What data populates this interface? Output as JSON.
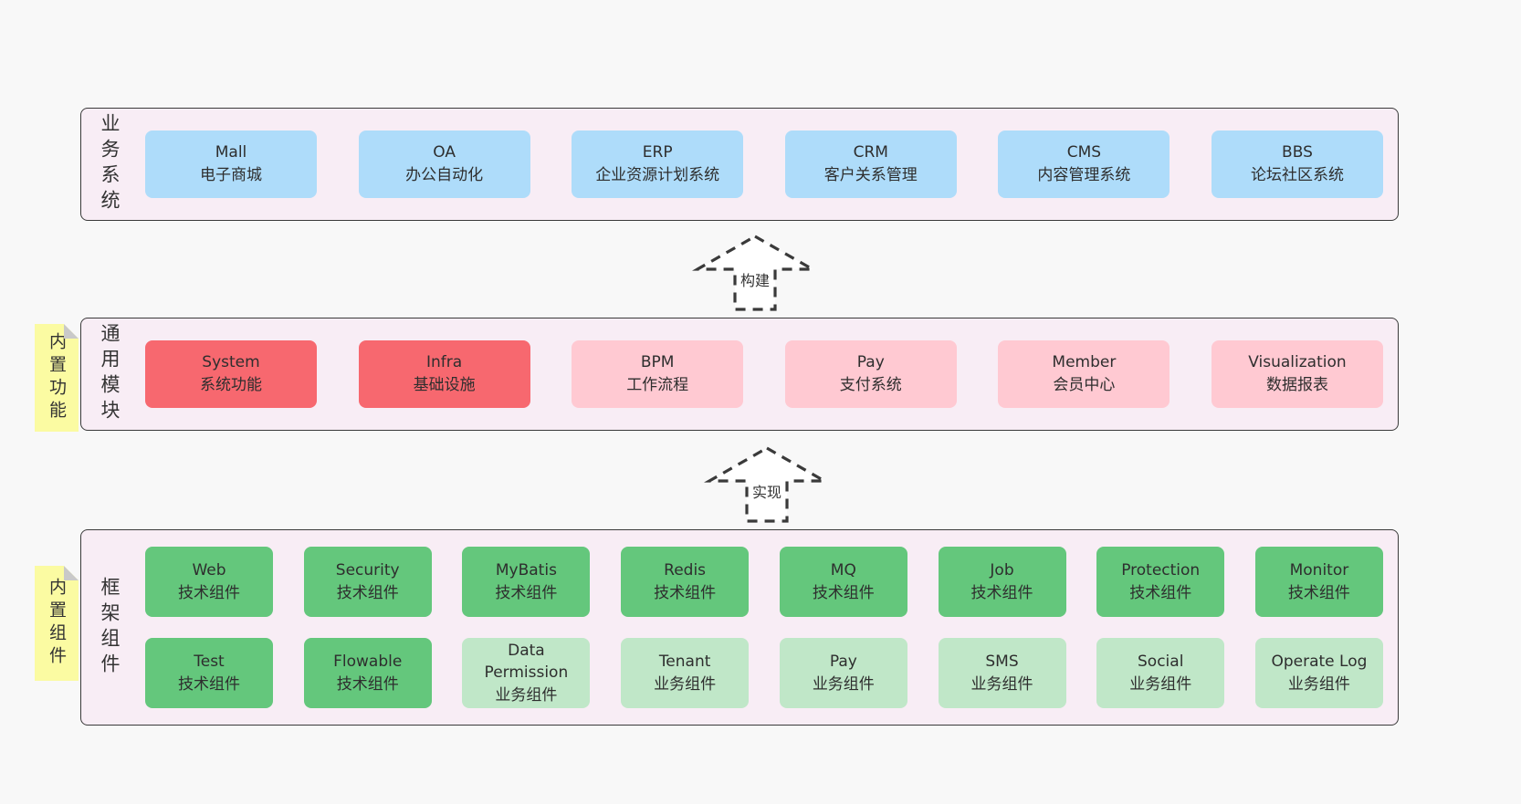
{
  "arrows": [
    {
      "label": "构建"
    },
    {
      "label": "实现"
    }
  ],
  "layers": [
    {
      "id": "business",
      "label": "业务系统",
      "rows": [
        [
          {
            "title": "Mall",
            "subtitle": "电子商城",
            "variant": "blue"
          },
          {
            "title": "OA",
            "subtitle": "办公自动化",
            "variant": "blue"
          },
          {
            "title": "ERP",
            "subtitle": "企业资源计划系统",
            "variant": "blue"
          },
          {
            "title": "CRM",
            "subtitle": "客户关系管理",
            "variant": "blue"
          },
          {
            "title": "CMS",
            "subtitle": "内容管理系统",
            "variant": "blue"
          },
          {
            "title": "BBS",
            "subtitle": "论坛社区系统",
            "variant": "blue"
          }
        ]
      ]
    },
    {
      "id": "modules",
      "label": "通用模块",
      "sticky": "内置功能",
      "rows": [
        [
          {
            "title": "System",
            "subtitle": "系统功能",
            "variant": "red"
          },
          {
            "title": "Infra",
            "subtitle": "基础设施",
            "variant": "red"
          },
          {
            "title": "BPM",
            "subtitle": "工作流程",
            "variant": "pink"
          },
          {
            "title": "Pay",
            "subtitle": "支付系统",
            "variant": "pink"
          },
          {
            "title": "Member",
            "subtitle": "会员中心",
            "variant": "pink"
          },
          {
            "title": "Visualization",
            "subtitle": "数据报表",
            "variant": "pink"
          }
        ]
      ]
    },
    {
      "id": "framework",
      "label": "框架组件",
      "sticky": "内置组件",
      "rows": [
        [
          {
            "title": "Web",
            "subtitle": "技术组件",
            "variant": "green"
          },
          {
            "title": "Security",
            "subtitle": "技术组件",
            "variant": "green"
          },
          {
            "title": "MyBatis",
            "subtitle": "技术组件",
            "variant": "green"
          },
          {
            "title": "Redis",
            "subtitle": "技术组件",
            "variant": "green"
          },
          {
            "title": "MQ",
            "subtitle": "技术组件",
            "variant": "green"
          },
          {
            "title": "Job",
            "subtitle": "技术组件",
            "variant": "green"
          },
          {
            "title": "Protection",
            "subtitle": "技术组件",
            "variant": "green"
          },
          {
            "title": "Monitor",
            "subtitle": "技术组件",
            "variant": "green"
          }
        ],
        [
          {
            "title": "Test",
            "subtitle": "技术组件",
            "variant": "green"
          },
          {
            "title": "Flowable",
            "subtitle": "技术组件",
            "variant": "green"
          },
          {
            "title": "Data Permission",
            "subtitle": "业务组件",
            "variant": "green-light"
          },
          {
            "title": "Tenant",
            "subtitle": "业务组件",
            "variant": "green-light"
          },
          {
            "title": "Pay",
            "subtitle": "业务组件",
            "variant": "green-light"
          },
          {
            "title": "SMS",
            "subtitle": "业务组件",
            "variant": "green-light"
          },
          {
            "title": "Social",
            "subtitle": "业务组件",
            "variant": "green-light"
          },
          {
            "title": "Operate Log",
            "subtitle": "业务组件",
            "variant": "green-light"
          }
        ]
      ]
    }
  ],
  "colors": {
    "page_bg": "#f8f8f8",
    "panel_bg": "#f8edf5",
    "panel_border": "#3a3a3a",
    "blue": "#aedcfa",
    "red": "#f7686f",
    "pink": "#ffc9d2",
    "green_dark": "#64c77c",
    "green_light": "#c0e7c8",
    "sticky_yellow": "#fbfba2",
    "sticky_fold": "#c9c9c9"
  }
}
